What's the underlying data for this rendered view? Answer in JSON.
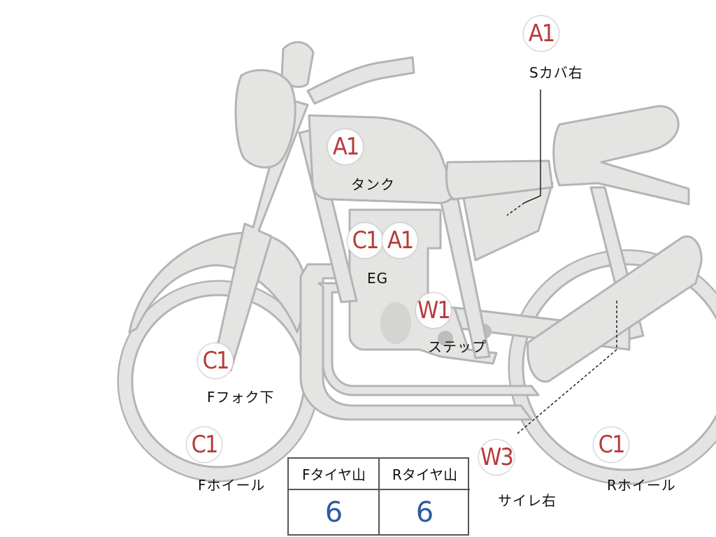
{
  "colors": {
    "body_fill": "#e4e4e2",
    "outline": "#b4b4b4",
    "badge_text": "#b83a3a",
    "value_text": "#2c5aa0"
  },
  "markers": [
    {
      "id": "scover-right",
      "code": "A1",
      "label": "Sカバ右"
    },
    {
      "id": "tank",
      "code": "A1",
      "label": "タンク"
    },
    {
      "id": "engine-c",
      "code": "C1",
      "label": ""
    },
    {
      "id": "engine-a",
      "code": "A1",
      "label": "EG"
    },
    {
      "id": "step",
      "code": "W1",
      "label": "ステップ"
    },
    {
      "id": "front-fork",
      "code": "C1",
      "label": "Fフォク下"
    },
    {
      "id": "front-wheel",
      "code": "C1",
      "label": "Fホイール"
    },
    {
      "id": "muffler-right",
      "code": "W3",
      "label": "サイレ右"
    },
    {
      "id": "rear-wheel",
      "code": "C1",
      "label": "Rホイール"
    }
  ],
  "tread_table": {
    "headers": [
      "Fタイヤ山",
      "Rタイヤ山"
    ],
    "values": [
      "6",
      "6"
    ]
  }
}
